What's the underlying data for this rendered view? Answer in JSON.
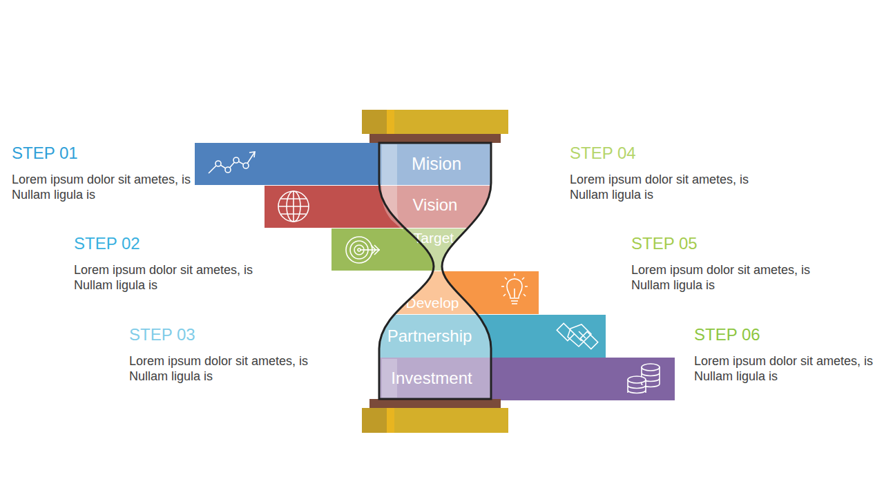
{
  "diagram": {
    "nodes": [
      {
        "text": [
          "Mision"
        ]
      },
      {
        "text": [
          "Vision"
        ]
      },
      {
        "text": [
          "Target"
        ]
      },
      {
        "text": [
          "Develop"
        ]
      },
      {
        "text": [
          "Partnership"
        ]
      },
      {
        "text": [
          "Investment"
        ]
      }
    ],
    "labels": [
      "STEP 01",
      "Lorem ipsum dolor sit ametes, is Nullam ligula is",
      "STEP 04",
      "Lorem ipsum dolor sit ametes, is Nullam ligula is",
      "STEP 02",
      "Lorem ipsum dolor sit ametes, is Nullam ligula is",
      "STEP 05",
      "Lorem ipsum dolor sit ametes, is Nullam ligula is",
      "STEP 03",
      "Lorem ipsum dolor sit ametes, is Nullam ligula is",
      "STEP 06",
      "Lorem ipsum dolor sit ametes, is Nullam ligula is"
    ]
  }
}
